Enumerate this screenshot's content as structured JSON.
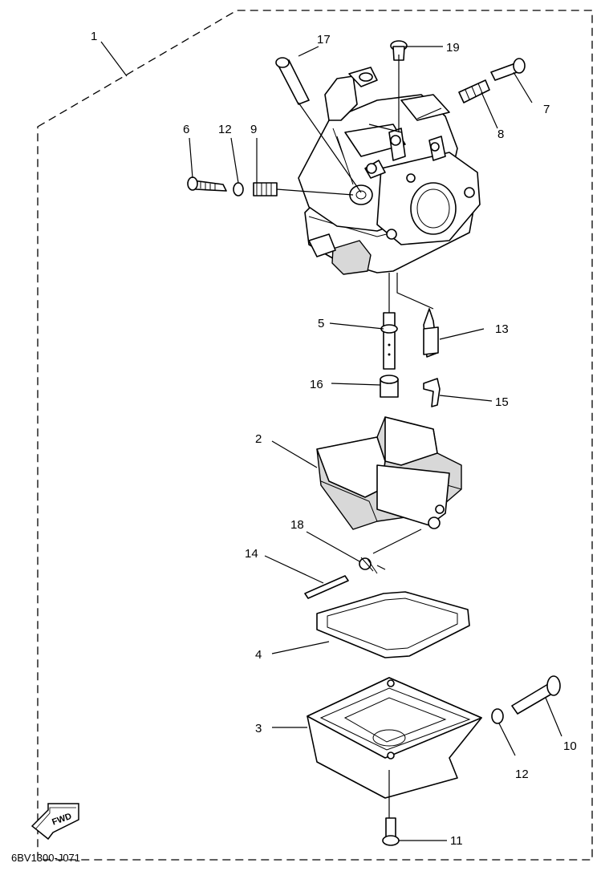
{
  "callouts": {
    "c1": "1",
    "c2": "2",
    "c3": "3",
    "c4": "4",
    "c5": "5",
    "c6": "6",
    "c7": "7",
    "c8": "8",
    "c9": "9",
    "c10": "10",
    "c11": "11",
    "c12a": "12",
    "c12b": "12",
    "c13": "13",
    "c14": "14",
    "c15": "15",
    "c16": "16",
    "c17": "17",
    "c18": "18",
    "c19": "19"
  },
  "fwd_label": "FWD",
  "diagram_code": "6BV1300-J071"
}
